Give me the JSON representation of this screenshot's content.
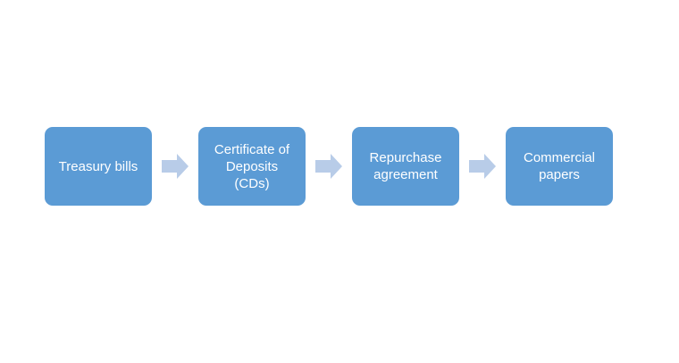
{
  "diagram": {
    "type": "process-flow",
    "direction": "left-to-right",
    "connector_style": "right-block-arrow",
    "steps": [
      {
        "label": "Treasury bills",
        "lines": [
          "Treasury bills"
        ]
      },
      {
        "label": "Certificate of Deposits (CDs)",
        "lines": [
          "Certificate of",
          "Deposits",
          "(CDs)"
        ]
      },
      {
        "label": "Repurchase agreement",
        "lines": [
          "Repurchase",
          "agreement"
        ]
      },
      {
        "label": "Commercial papers",
        "lines": [
          "Commercial",
          "papers"
        ]
      }
    ],
    "colors": {
      "box_fill": "#5B9BD5",
      "arrow_fill": "#B8CCE8",
      "text": "#FFFFFF",
      "background": "#FFFFFF"
    }
  }
}
